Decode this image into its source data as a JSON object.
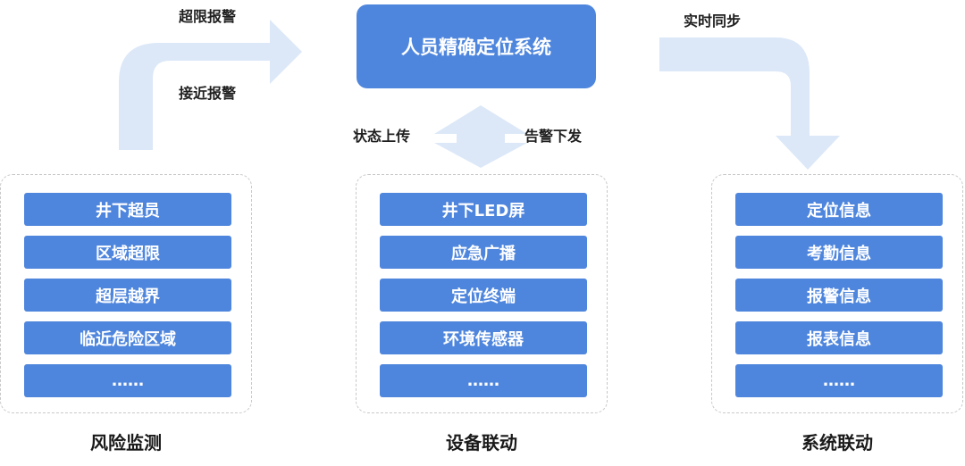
{
  "center": {
    "title": "人员精确定位系统"
  },
  "arrow_labels": {
    "over_limit_alarm": "超限报警",
    "approach_alarm": "接近报警",
    "status_upload": "状态上传",
    "alarm_dispatch": "告警下发",
    "realtime_sync": "实时同步"
  },
  "panels": [
    {
      "title": "风险监测",
      "items": [
        "井下超员",
        "区域超限",
        "超层越界",
        "临近危险区域",
        "……"
      ]
    },
    {
      "title": "设备联动",
      "items": [
        "井下LED屏",
        "应急广播",
        "定位终端",
        "环境传感器",
        "……"
      ]
    },
    {
      "title": "系统联动",
      "items": [
        "定位信息",
        "考勤信息",
        "报警信息",
        "报表信息",
        "……"
      ]
    }
  ],
  "colors": {
    "box": "#4f86dd",
    "arrow": "#dce8f8",
    "border": "#c8c8c8"
  }
}
